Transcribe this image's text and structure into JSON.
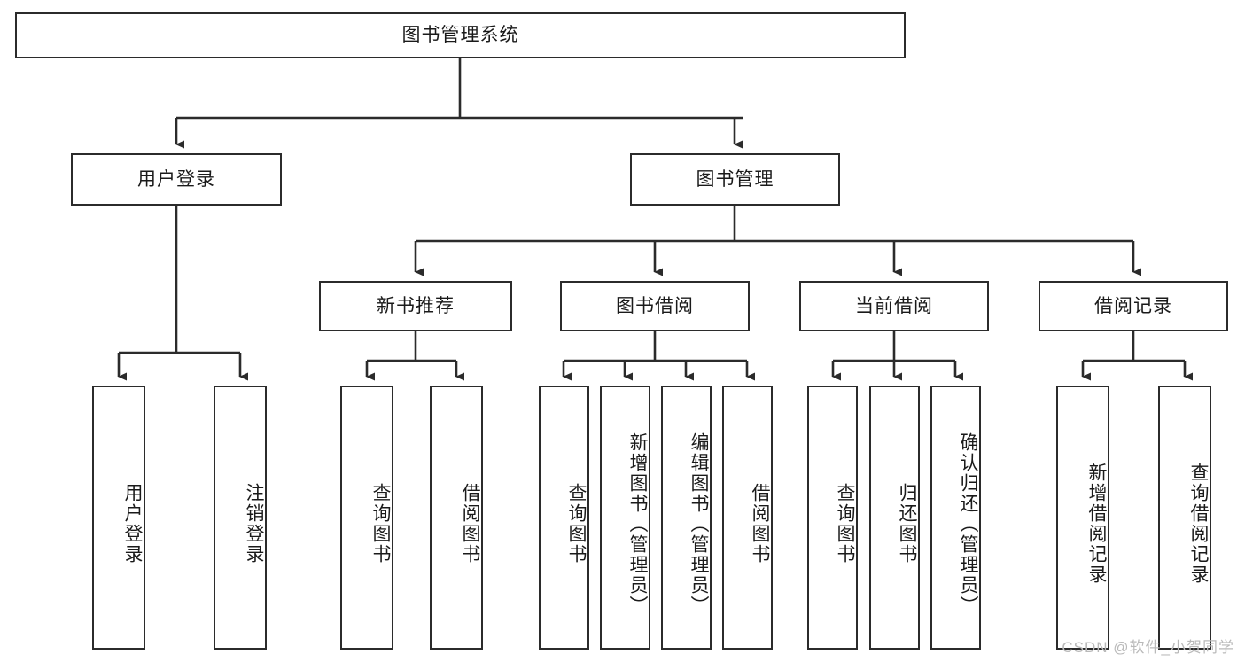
{
  "diagram": {
    "type": "tree",
    "title": "图书管理系统",
    "watermark": "CSDN @软件_小贺同学",
    "colors": {
      "box_border": "#2b2b2b",
      "box_fill": "#ffffff",
      "connector": "#2b2b2b",
      "text": "#1a1a1a",
      "watermark": "#b9b9b9"
    },
    "root": {
      "label": "图书管理系统"
    },
    "level2": [
      {
        "label": "用户登录"
      },
      {
        "label": "图书管理"
      }
    ],
    "level3": [
      {
        "label": "新书推荐"
      },
      {
        "label": "图书借阅"
      },
      {
        "label": "当前借阅"
      },
      {
        "label": "借阅记录"
      }
    ],
    "leaves": {
      "user_login": [
        {
          "label": "用户登录"
        },
        {
          "label": "注销登录"
        }
      ],
      "new_book_recommend": [
        {
          "label": "查询图书"
        },
        {
          "label": "借阅图书"
        }
      ],
      "book_borrow": [
        {
          "label": "查询图书"
        },
        {
          "label": "新增图书（管理员）"
        },
        {
          "label": "编辑图书（管理员）"
        },
        {
          "label": "借阅图书"
        }
      ],
      "current_borrow": [
        {
          "label": "查询图书"
        },
        {
          "label": "归还图书"
        },
        {
          "label": "确认归还（管理员）"
        }
      ],
      "borrow_record": [
        {
          "label": "新增借阅记录"
        },
        {
          "label": "查询借阅记录"
        }
      ]
    }
  }
}
